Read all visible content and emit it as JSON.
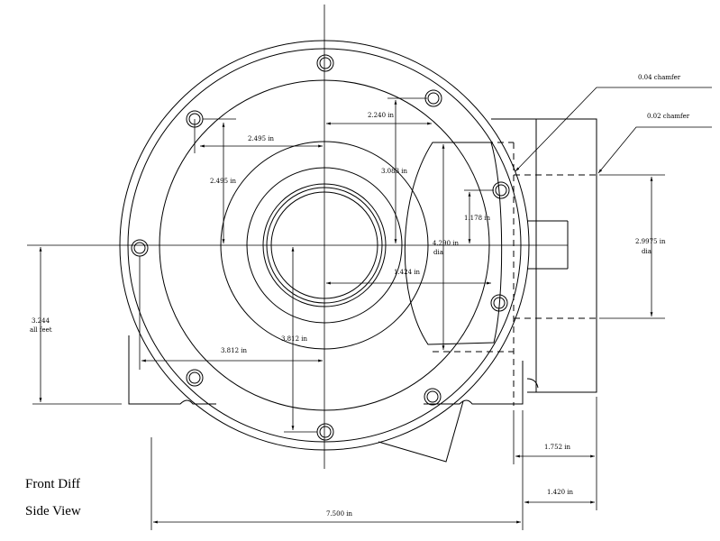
{
  "title": {
    "line1": "Front Diff",
    "line2": "Side View"
  },
  "dimensions": {
    "bolt_h_left": "2.495 in",
    "bolt_v_left": "2.495 in",
    "bolt_h_right": "2.240 in",
    "height_3083": "3.083 in",
    "bolt_offset_1178": "1.178 in",
    "dia_4290": "4.290 in",
    "dia_4290_suffix": "dia",
    "bore_1424": "1.424 in",
    "shaft_29975": "2.9975 in",
    "shaft_dia_suffix": "dia",
    "offset_3244": "3.244",
    "offset_suffix": "all feet",
    "bolt_h_bottom": "3.812 in",
    "bolt_v_bottom": "3.812 in",
    "overall_width": "7.500 in",
    "width_1752": "1.752 in",
    "width_1420": "1.420 in"
  },
  "callouts": {
    "chamfer_004": "0.04 chamfer",
    "chamfer_002": "0.02 chamfer"
  }
}
